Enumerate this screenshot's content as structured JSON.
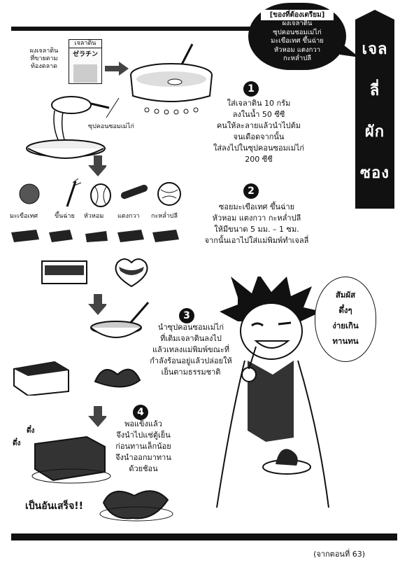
{
  "side_title": [
    "เจล",
    "ลี่",
    "ผัก",
    "ซอง"
  ],
  "ingredients": {
    "header": "[ของที่ต้องเตรียม]",
    "lines": [
      "ผงเจลาติน",
      "ซุปคอนซอมเม่ไก่",
      "มะเขือเทศ ขึ้นฉ่าย",
      "หัวหอม แตงกวา",
      "กะหล่ำปลี"
    ]
  },
  "gelatin": {
    "label_lines": [
      "ผงเจลาติน",
      "ที่ขายตาม",
      "ท้องตลาด"
    ],
    "box_top": "เจลาติน",
    "box_brand": "ゼラチン"
  },
  "consomme_label": "ซุปคอนซอมเม่ไก่",
  "vegetables": [
    "มะเขือเทศ",
    "ขึ้นฉ่าย",
    "หัวหอม",
    "แตงกวา",
    "กะหล่ำปลี"
  ],
  "steps": [
    {
      "num": "1",
      "lines": [
        "ใส่เจลาติน 10 กรัม",
        "ลงในน้ำ 50 ซีซี",
        "คนให้ละลายแล้วนำไปต้ม",
        "จนเดือดจากนั้น",
        "ใส่ลงไปในซุปคอนซอมเม่ไก่",
        "200 ซีซี"
      ]
    },
    {
      "num": "2",
      "lines": [
        "ซอยมะเขือเทศ ขึ้นฉ่าย",
        "หัวหอม แตงกวา กะหล่ำปลี",
        "ให้มีขนาด 5 มม. – 1 ซม.",
        "จากนั้นเอาไปใส่แม่พิมพ์ทำเจลลี่"
      ]
    },
    {
      "num": "3",
      "lines": [
        "นำซุปคอนซอมเม่ไก่",
        "ที่เติมเจลาตินลงไป",
        "แล้วเทลงแม่พิมพ์ขณะที่",
        "กำลังร้อนอยู่แล้วปล่อยให้",
        "เย็นตามธรรมชาติ"
      ]
    },
    {
      "num": "4",
      "lines": [
        "พอแข็งแล้ว",
        "จึงนำไปแช่ตู้เย็น",
        "ก่อนทานเล็กน้อย",
        "จึงนำออกมาทาน",
        "ด้วยช้อน"
      ]
    }
  ],
  "speech": [
    "สัมผัส",
    "ดึ๋งๆ",
    "ง่ายเกิน",
    "ทานทน"
  ],
  "sfx": [
    "ดึ๋ง",
    "ดึ๋ง"
  ],
  "done_text": "เป็นอันเสร็จ!!",
  "footer": "(จากตอนที่ 63)"
}
